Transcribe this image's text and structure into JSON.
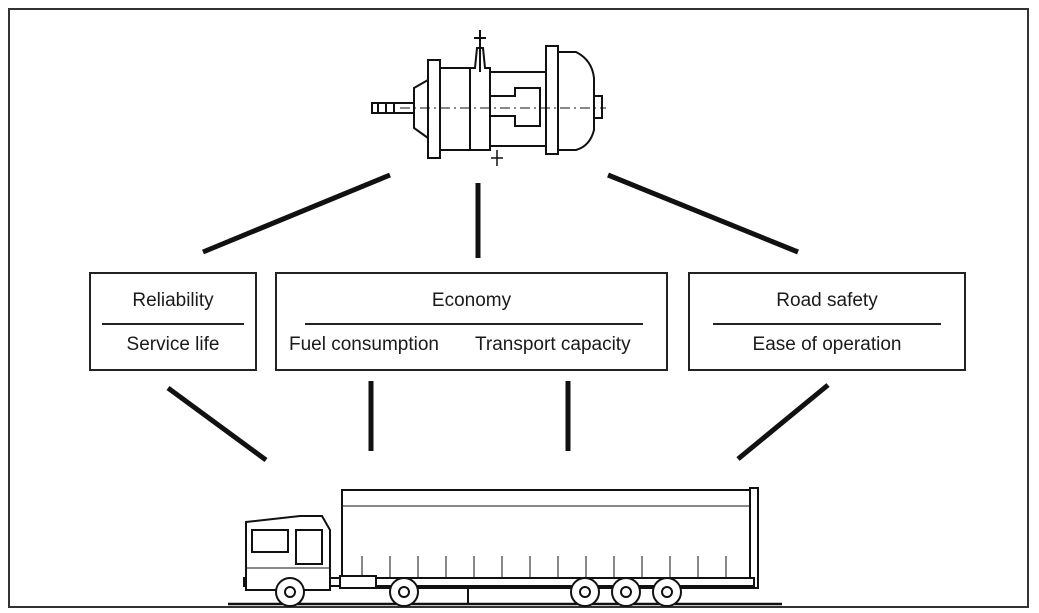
{
  "boxes": {
    "reliability": {
      "top": "Reliability",
      "bottom": "Service life"
    },
    "economy": {
      "top": "Economy",
      "bottom_left": "Fuel consumption",
      "bottom_right": "Transport capacity"
    },
    "road_safety": {
      "top": "Road safety",
      "bottom": "Ease of operation"
    }
  }
}
